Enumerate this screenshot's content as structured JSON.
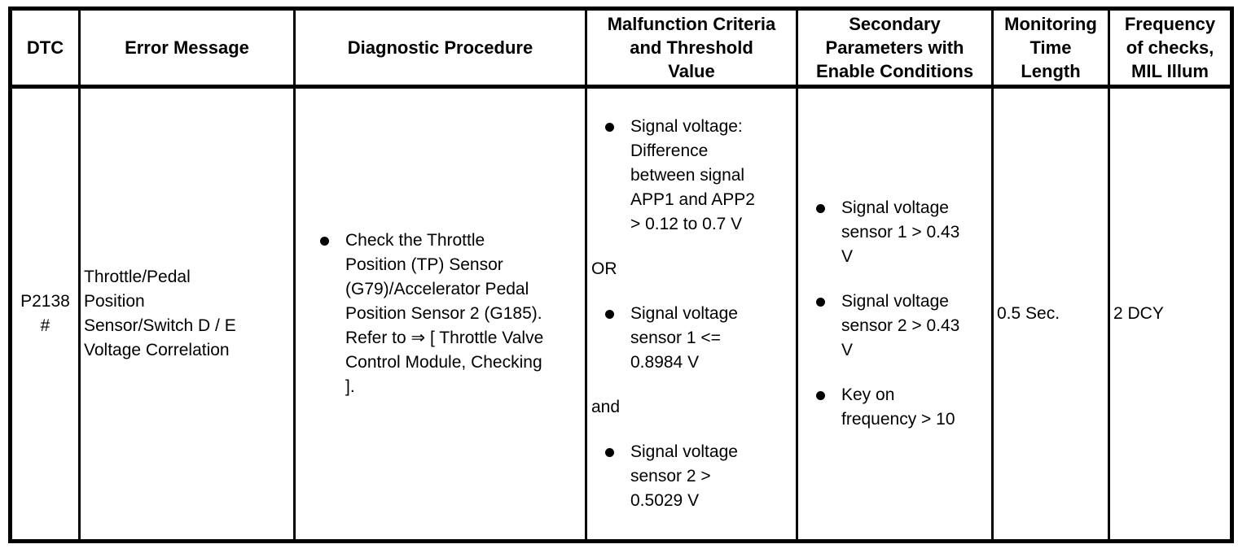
{
  "colors": {
    "background": "#ffffff",
    "border": "#000000",
    "text": "#000000"
  },
  "table": {
    "headers": [
      "DTC",
      "Error Message",
      "Diagnostic Procedure",
      "Malfunction Criteria\nand Threshold\nValue",
      "Secondary\nParameters with\nEnable Conditions",
      "Monitoring\nTime\nLength",
      "Frequency\nof checks,\nMIL Illum"
    ],
    "row": {
      "dtc": "P2138\n#",
      "error_message": "Throttle/Pedal\nPosition\nSensor/Switch D / E\nVoltage Correlation",
      "diagnostic_procedure": [
        "Check the Throttle\nPosition (TP) Sensor\n(G79)/Accelerator Pedal\nPosition Sensor 2 (G185).\nRefer to ⇒ [ Throttle Valve\nControl Module, Checking\n]."
      ],
      "malfunction_criteria": [
        {
          "type": "bullet",
          "text": "Signal voltage:\nDifference\nbetween signal\nAPP1 and APP2\n> 0.12 to 0.7 V"
        },
        {
          "type": "connector",
          "text": "OR"
        },
        {
          "type": "bullet",
          "text": "Signal voltage\nsensor 1 <=\n0.8984 V"
        },
        {
          "type": "connector",
          "text": "and"
        },
        {
          "type": "bullet",
          "text": "Signal voltage\nsensor 2 >\n0.5029 V"
        }
      ],
      "secondary_parameters": [
        "Signal voltage\nsensor 1 > 0.43\nV",
        "Signal voltage\nsensor 2 > 0.43\nV",
        "Key on\nfrequency > 10"
      ],
      "monitoring_time": "0.5 Sec.",
      "frequency_of_checks": "2 DCY"
    }
  }
}
